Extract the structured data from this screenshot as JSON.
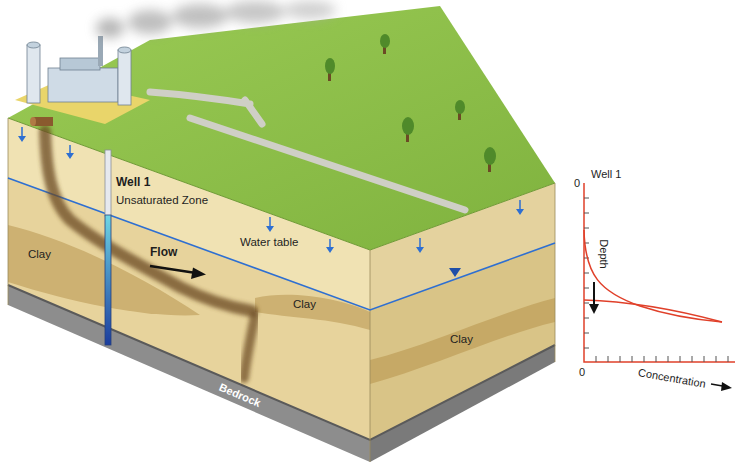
{
  "diagram": {
    "labels": [
      "Well 1",
      "Unsaturated Zone",
      "Clay",
      "Flow",
      "Water table",
      "Clay",
      "Clay",
      "Bedrock",
      "Well 1",
      "0",
      "Depth",
      "0",
      "Concentration"
    ]
  }
}
